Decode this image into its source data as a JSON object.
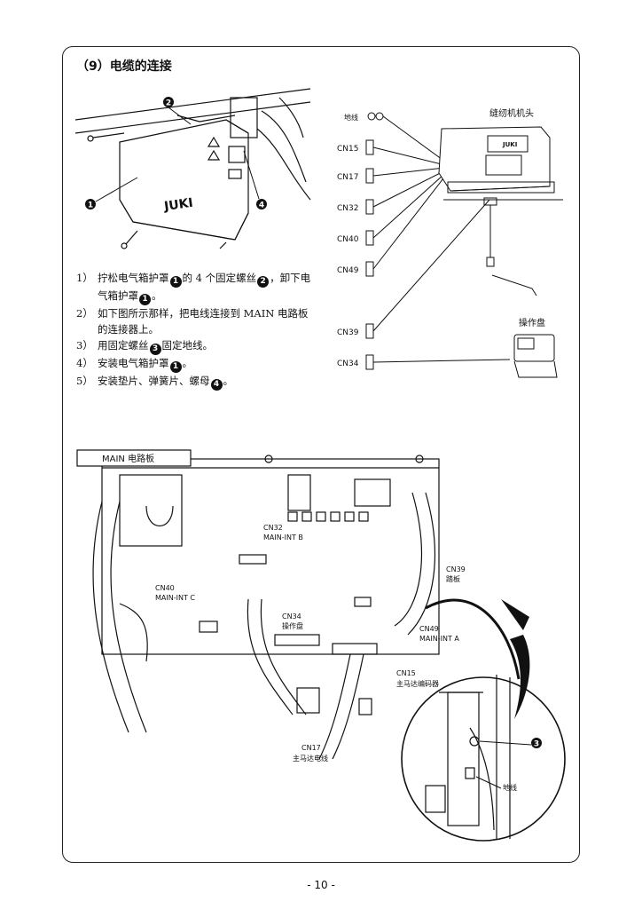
{
  "section_title": "（9）电缆的连接",
  "steps": [
    {
      "num": "1）",
      "parts": [
        "拧松电气箱护罩",
        "1",
        "的 4 个固定螺丝",
        "2",
        "，卸下电气箱护罩",
        "1",
        "。"
      ]
    },
    {
      "num": "2）",
      "parts": [
        "如下图所示那样，把电线连接到 MAIN 电路板的连接器上。"
      ]
    },
    {
      "num": "3）",
      "parts": [
        "用固定螺丝",
        "3",
        "固定地线。"
      ]
    },
    {
      "num": "4）",
      "parts": [
        "安装电气箱护罩",
        "1",
        "。"
      ]
    },
    {
      "num": "5）",
      "parts": [
        "安装垫片、弹簧片、螺母",
        "4",
        "。"
      ]
    }
  ],
  "box_figure": {
    "brand": "JUKI",
    "callouts": [
      "1",
      "2",
      "4"
    ]
  },
  "wiring": {
    "ground": "地线",
    "head": "缝纫机机头",
    "panel": "操作盘",
    "connectors": [
      "CN15",
      "CN17",
      "CN32",
      "CN40",
      "CN49",
      "CN39",
      "CN34"
    ],
    "panel_brand": "JUKI"
  },
  "board": {
    "tag": "MAIN 电路板",
    "labels": {
      "cn32": [
        "CN32",
        "MAIN-INT B"
      ],
      "cn40": [
        "CN40",
        "MAIN-INT C"
      ],
      "cn34": [
        "CN34",
        "操作盘"
      ],
      "cn39": [
        "CN39",
        "踏板"
      ],
      "cn49": [
        "CN49",
        "MAIN-INT A"
      ],
      "cn15": [
        "CN15",
        "主马达编码器"
      ],
      "cn17": [
        "CN17",
        "主马达电线"
      ]
    },
    "zoom_callout": "3",
    "zoom_ground": "地线"
  },
  "page_number": "- 10 -"
}
